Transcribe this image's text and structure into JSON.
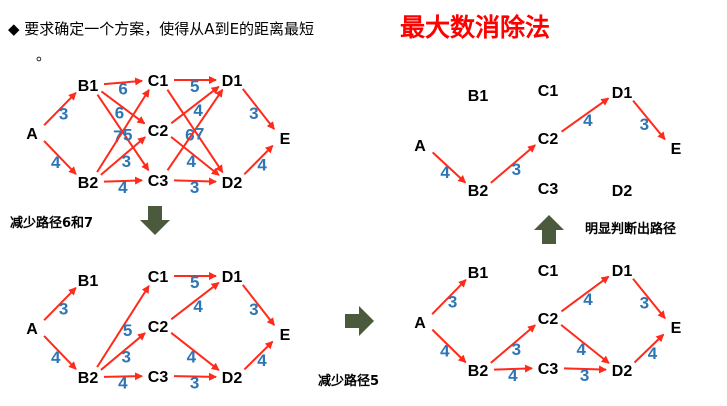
{
  "question": "◆ 要求确定一个方案，使得从A到E的距离最短",
  "question_tail": "。",
  "title": "最大数消除法",
  "colors": {
    "title": "#ff0000",
    "edge": "#ff2a1a",
    "weight": "#2e75b6",
    "step_arrow": "#4b5a3c"
  },
  "steps": {
    "step1": "减少路径6和7",
    "step2": "减少路径5",
    "step3": "明显判断出路径"
  },
  "graphs": [
    {
      "id": "original",
      "nodes": [
        "A",
        "B1",
        "B2",
        "C1",
        "C2",
        "C3",
        "D1",
        "D2",
        "E"
      ],
      "edges": [
        [
          "A",
          "B1",
          "3"
        ],
        [
          "A",
          "B2",
          "4"
        ],
        [
          "B1",
          "C1",
          "6"
        ],
        [
          "B1",
          "C2",
          "6"
        ],
        [
          "B1",
          "C3",
          "7"
        ],
        [
          "B2",
          "C1",
          "5"
        ],
        [
          "B2",
          "C2",
          "3"
        ],
        [
          "B2",
          "C3",
          "4"
        ],
        [
          "C1",
          "D1",
          "5"
        ],
        [
          "C1",
          "D2",
          "6"
        ],
        [
          "C2",
          "D1",
          "4"
        ],
        [
          "C2",
          "D2",
          "4"
        ],
        [
          "C3",
          "D1",
          "7"
        ],
        [
          "C3",
          "D2",
          "3"
        ],
        [
          "D1",
          "E",
          "3"
        ],
        [
          "D2",
          "E",
          "4"
        ]
      ]
    },
    {
      "id": "after-remove-6-7",
      "nodes": [
        "A",
        "B1",
        "B2",
        "C1",
        "C2",
        "C3",
        "D1",
        "D2",
        "E"
      ],
      "edges": [
        [
          "A",
          "B1",
          "3"
        ],
        [
          "A",
          "B2",
          "4"
        ],
        [
          "B2",
          "C1",
          "5"
        ],
        [
          "B2",
          "C2",
          "3"
        ],
        [
          "B2",
          "C3",
          "4"
        ],
        [
          "C1",
          "D1",
          "5"
        ],
        [
          "C2",
          "D1",
          "4"
        ],
        [
          "C2",
          "D2",
          "4"
        ],
        [
          "C3",
          "D2",
          "3"
        ],
        [
          "D1",
          "E",
          "3"
        ],
        [
          "D2",
          "E",
          "4"
        ]
      ]
    },
    {
      "id": "after-remove-5",
      "nodes": [
        "A",
        "B1",
        "B2",
        "C1",
        "C2",
        "C3",
        "D1",
        "D2",
        "E"
      ],
      "edges": [
        [
          "A",
          "B1",
          "3"
        ],
        [
          "A",
          "B2",
          "4"
        ],
        [
          "B2",
          "C2",
          "3"
        ],
        [
          "B2",
          "C3",
          "4"
        ],
        [
          "C2",
          "D1",
          "4"
        ],
        [
          "C2",
          "D2",
          "4"
        ],
        [
          "C3",
          "D2",
          "3"
        ],
        [
          "D1",
          "E",
          "3"
        ],
        [
          "D2",
          "E",
          "4"
        ]
      ]
    },
    {
      "id": "final-path",
      "nodes": [
        "A",
        "B1",
        "B2",
        "C1",
        "C2",
        "C3",
        "D1",
        "D2",
        "E"
      ],
      "edges": [
        [
          "A",
          "B2",
          "4"
        ],
        [
          "B2",
          "C2",
          "3"
        ],
        [
          "C2",
          "D1",
          "4"
        ],
        [
          "D1",
          "E",
          "3"
        ]
      ]
    }
  ]
}
